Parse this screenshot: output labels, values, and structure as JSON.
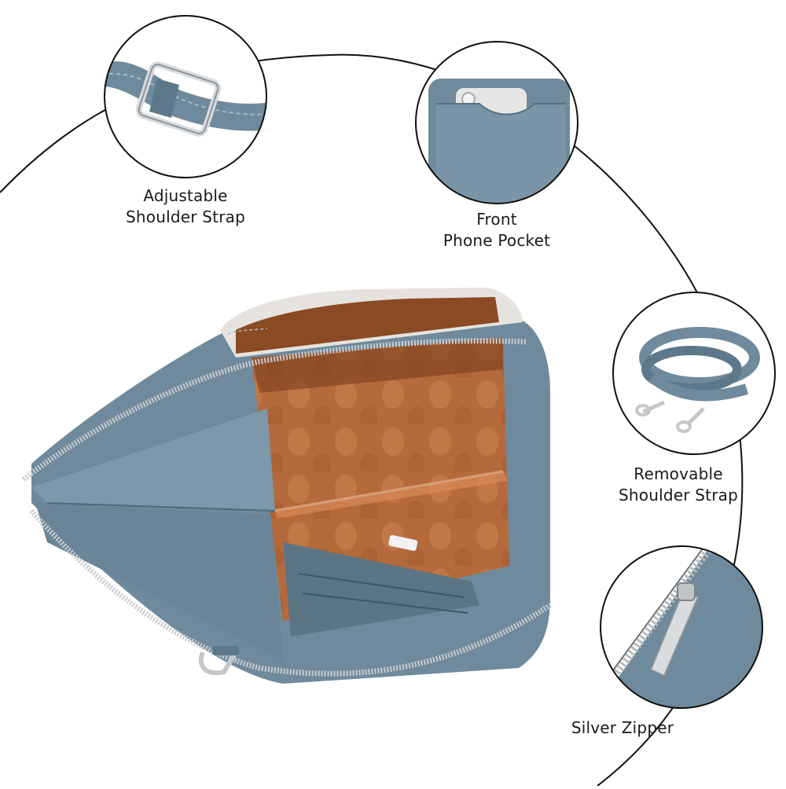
{
  "features": [
    {
      "id": "adjustable-strap",
      "lines": [
        "Adjustable",
        "Shoulder Strap"
      ]
    },
    {
      "id": "front-pocket",
      "lines": [
        "Front",
        "Phone Pocket"
      ]
    },
    {
      "id": "removable-strap",
      "lines": [
        "Removable",
        "Shoulder Strap"
      ]
    },
    {
      "id": "silver-zipper",
      "lines": [
        "Silver Zipper"
      ]
    }
  ],
  "colors": {
    "leather": "#6f8a9c",
    "leather_dark": "#4e6878",
    "lining": "#b56a3c",
    "lining_dark": "#7a3f1c",
    "zipper": "#c9ccd0",
    "outline": "#111111"
  }
}
